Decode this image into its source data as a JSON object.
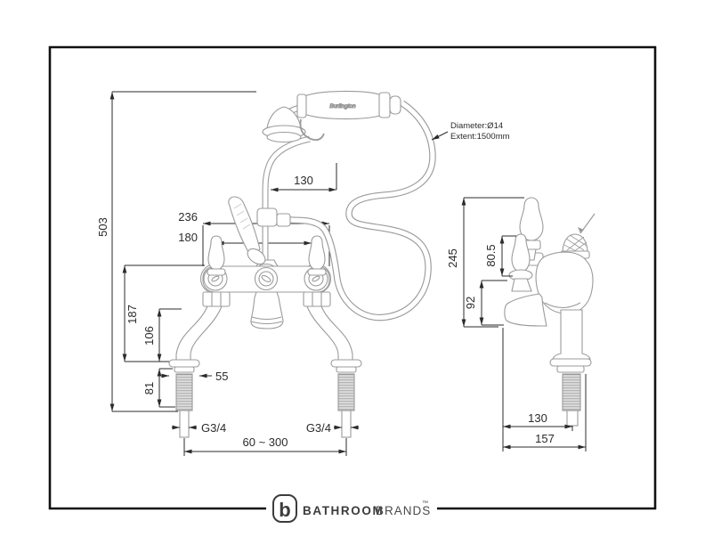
{
  "colors": {
    "product_line": "#9b9b9b",
    "dimension_line": "#2b2b2b",
    "frame": "#111111",
    "logo": "#3c3c3c"
  },
  "front_view": {
    "dims": {
      "overall_height": "503",
      "hose_offset": "130",
      "body_width": "236",
      "handle_centers": "180",
      "deck_to_center": "187",
      "leg_rise": "106",
      "shank_length": "81",
      "flange_width": "55",
      "thread_left": "G3/4",
      "thread_right": "G3/4",
      "centers_range": "60 ~ 300"
    },
    "handset_label": "Burlington"
  },
  "side_view": {
    "dims": {
      "overall_height": "245",
      "lever_length": "80.5",
      "spout_height": "92",
      "spout_reach": "130",
      "overall_depth": "157"
    }
  },
  "hose_note": {
    "line1": "Diameter:Ø14",
    "line2": "Extent:1500mm"
  },
  "logo": {
    "letter": "b",
    "word_bold": "BATHROOM",
    "word_light": "BRANDS",
    "tm": "™"
  }
}
